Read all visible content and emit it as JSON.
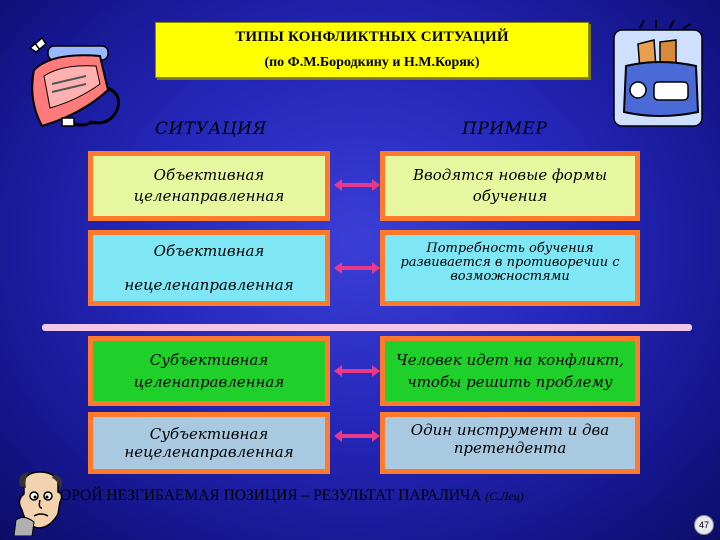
{
  "title": {
    "line1": "ТИПЫ КОНФЛИКТНЫХ СИТУАЦИЙ",
    "line2": "(по Ф.М.Бородкину и Н.М.Коряк)"
  },
  "columns": {
    "situation": "СИТУАЦИЯ",
    "example": "ПРИМЕР"
  },
  "rows": [
    {
      "situation": "Объективная целенаправленная",
      "example": "Вводятся новые формы обучения",
      "bg": "#e6f7a0"
    },
    {
      "situation": "Объективная нецеленаправленная",
      "example": "Потребность обучения развивается в противоречии с возможностями",
      "bg": "#7fe6f5"
    },
    {
      "situation": "Субъективная целенаправленная",
      "example": "Человек идет на конфликт, чтобы решить проблему",
      "bg": "#1fcf2a"
    },
    {
      "situation": "Субъективная нецеленаправленная",
      "example": "Один инструмент и два претендента",
      "bg": "#a9c9e0"
    }
  ],
  "quote": {
    "text": "ОРОЙ НЕЗГИБАЕМАЯ ПОЗИЦИЯ – РЕЗУЛЬТАТ ПАРАЛИЧА",
    "author": "(С.Лец)"
  },
  "page_number": "47",
  "colors": {
    "title_bg": "#ffff00",
    "cell_border": "#ff7a2a",
    "divider": "#f2c6e8",
    "background": "#2426b8"
  },
  "icons": [
    "iron-clipart",
    "toaster-clipart",
    "thinking-man-clipart",
    "double-arrow-icon"
  ]
}
